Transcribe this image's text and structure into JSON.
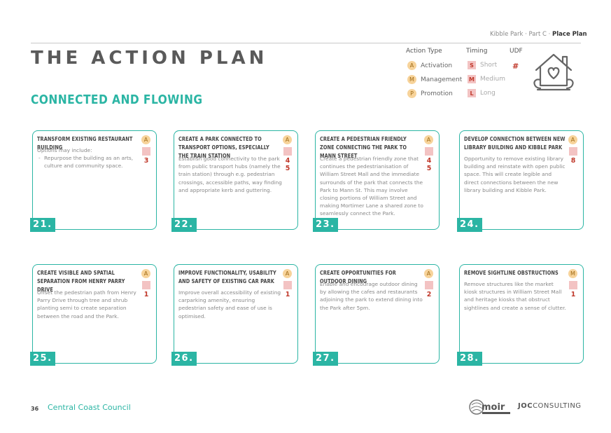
{
  "header": {
    "breadcrumb_prefix": "Kibble Park · Part C · ",
    "breadcrumb_current": "Place Plan"
  },
  "page_title": "THE ACTION PLAN",
  "page_subtitle": "CONNECTED AND FLOWING",
  "legend": {
    "action_type_label": "Action Type",
    "timing_label": "Timing",
    "udf_label": "UDF",
    "action_types": [
      {
        "code": "A",
        "label": "Activation"
      },
      {
        "code": "M",
        "label": "Management"
      },
      {
        "code": "P",
        "label": "Promotion"
      }
    ],
    "timings": [
      {
        "code": "S",
        "label": "Short"
      },
      {
        "code": "M",
        "label": "Medium"
      },
      {
        "code": "L",
        "label": "Long"
      }
    ],
    "udf_symbol": "#"
  },
  "cards": [
    {
      "number": "21.",
      "title": "TRANSFORM EXISTING RESTAURANT BUILDING",
      "intro": "Options may include:",
      "bullets": [
        "Repurpose the building as an arts, culture and community space."
      ],
      "body": "",
      "action": "A",
      "udf": "3"
    },
    {
      "number": "22.",
      "title": "CREATE A PARK CONNECTED TO TRANSPORT OPTIONS, ESPECIALLY THE TRAIN STATION",
      "intro": "",
      "bullets": [],
      "body": "Establish good connectivity to the park from public transport hubs (namely the train station) through e.g. pedestrian crossings, accessible paths, way finding and appropriate kerb and guttering.",
      "action": "A",
      "udf": "4\n5"
    },
    {
      "number": "23.",
      "title": "CREATE A PEDESTRIAN FRIENDLY ZONE CONNECTING THE PARK TO MANN STREET",
      "intro": "",
      "bullets": [],
      "body": "Create a pedestrian friendly zone that continues the pedestrianisation of William Street Mall and the immediate surrounds of the park that connects the Park to Mann St. This may involve closing portions of William Street and making Mortimer Lane a shared zone to seamlessly connect the Park.",
      "action": "A",
      "udf": "4\n5"
    },
    {
      "number": "24.",
      "title": "DEVELOP CONNECTION BETWEEN NEW LIBRARY BUILDING AND KIBBLE PARK",
      "intro": "",
      "bullets": [],
      "body": "Opportunity to remove existing library building and reinstate with open public space. This will create legible and direct connections between the new library building and Kibble Park.",
      "action": "A",
      "udf": "8"
    },
    {
      "number": "25.",
      "title": "CREATE VISIBLE AND SPATIAL SEPARATION FROM HENRY PARRY DRIVE",
      "intro": "",
      "bullets": [],
      "body": "Offset the pedestrian path from Henry Parry Drive through tree and shrub planting semi to create separation between the road and the Park.",
      "action": "A",
      "udf": "1"
    },
    {
      "number": "26.",
      "title": "IMPROVE FUNCTIONALITY, USABILITY AND SAFETY OF EXISTING CAR PARK",
      "intro": "",
      "bullets": [],
      "body": "Improve overall accessibility of existing carparking amenity, ensuring pedestrian safety and ease of use is optimised.",
      "action": "A",
      "udf": "1"
    },
    {
      "number": "27.",
      "title": "CREATE OPPORTUNITIES FOR OUTDOOR DINING",
      "intro": "",
      "bullets": [],
      "body": "Enable and encourage outdoor dining by allowing the cafes and restaurants adjoining the park to extend dining into the Park after 5pm.",
      "action": "A",
      "udf": "2"
    },
    {
      "number": "28.",
      "title": "REMOVE SIGHTLINE OBSTRUCTIONS",
      "intro": "",
      "bullets": [],
      "body": "Remove structures like the market kiosk structures in William Street Mall and heritage kiosks that obstruct sightlines and create a sense of clutter.",
      "action": "M",
      "udf": "1"
    }
  ],
  "footer": {
    "page_number": "36",
    "org": "Central Coast Council",
    "logo_moir": "moir",
    "logo_joc_bold": "JOC",
    "logo_joc_light": "CONSULTING"
  },
  "colors": {
    "accent": "#2bb5a4",
    "action_badge": "#f7d39a",
    "timing_badge": "#f3c3c3",
    "udf_text": "#c0392b"
  }
}
